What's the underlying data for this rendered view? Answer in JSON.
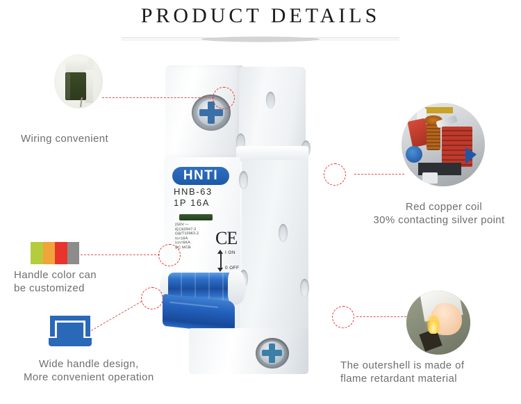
{
  "header": {
    "title": "PRODUCT DETAILS"
  },
  "product": {
    "brand": "HNTI",
    "model": "HNB-63",
    "rating": "1P 16A",
    "spec_lines": "250V — \nIEC60947-2\nGB/T10963.2\nIn=16A\nIcn=6KA\nDC MCB",
    "ce_mark": "CE",
    "position_on": "I ON",
    "position_off": "0 OFF"
  },
  "callouts": [
    {
      "id": "wiring",
      "caption": "Wiring convenient",
      "photo": "wiring-terminal-photo"
    },
    {
      "id": "copper-coil",
      "caption_line1": "Red copper coil",
      "caption_line2": "30% contacting silver point",
      "photo": "breaker-cutaway-photo"
    },
    {
      "id": "handle-color",
      "caption_line1": "Handle color can",
      "caption_line2": "be customized",
      "swatches": [
        "#b5cc3c",
        "#f0a43a",
        "#e8342c",
        "#8c8c8c"
      ]
    },
    {
      "id": "wide-handle",
      "caption_line1": "Wide handle design,",
      "caption_line2": "More convenient operation",
      "icon": "handle-icon"
    },
    {
      "id": "flame-retardant",
      "caption_line1": "The outershell is made of",
      "caption_line2": "flame retardant material",
      "photo": "flame-test-photo"
    }
  ],
  "colors": {
    "accent_red": "#e8342c",
    "brand_blue": "#2f6fc0",
    "caption_gray": "#6e6e6e",
    "title_black": "#1a1a1a"
  }
}
